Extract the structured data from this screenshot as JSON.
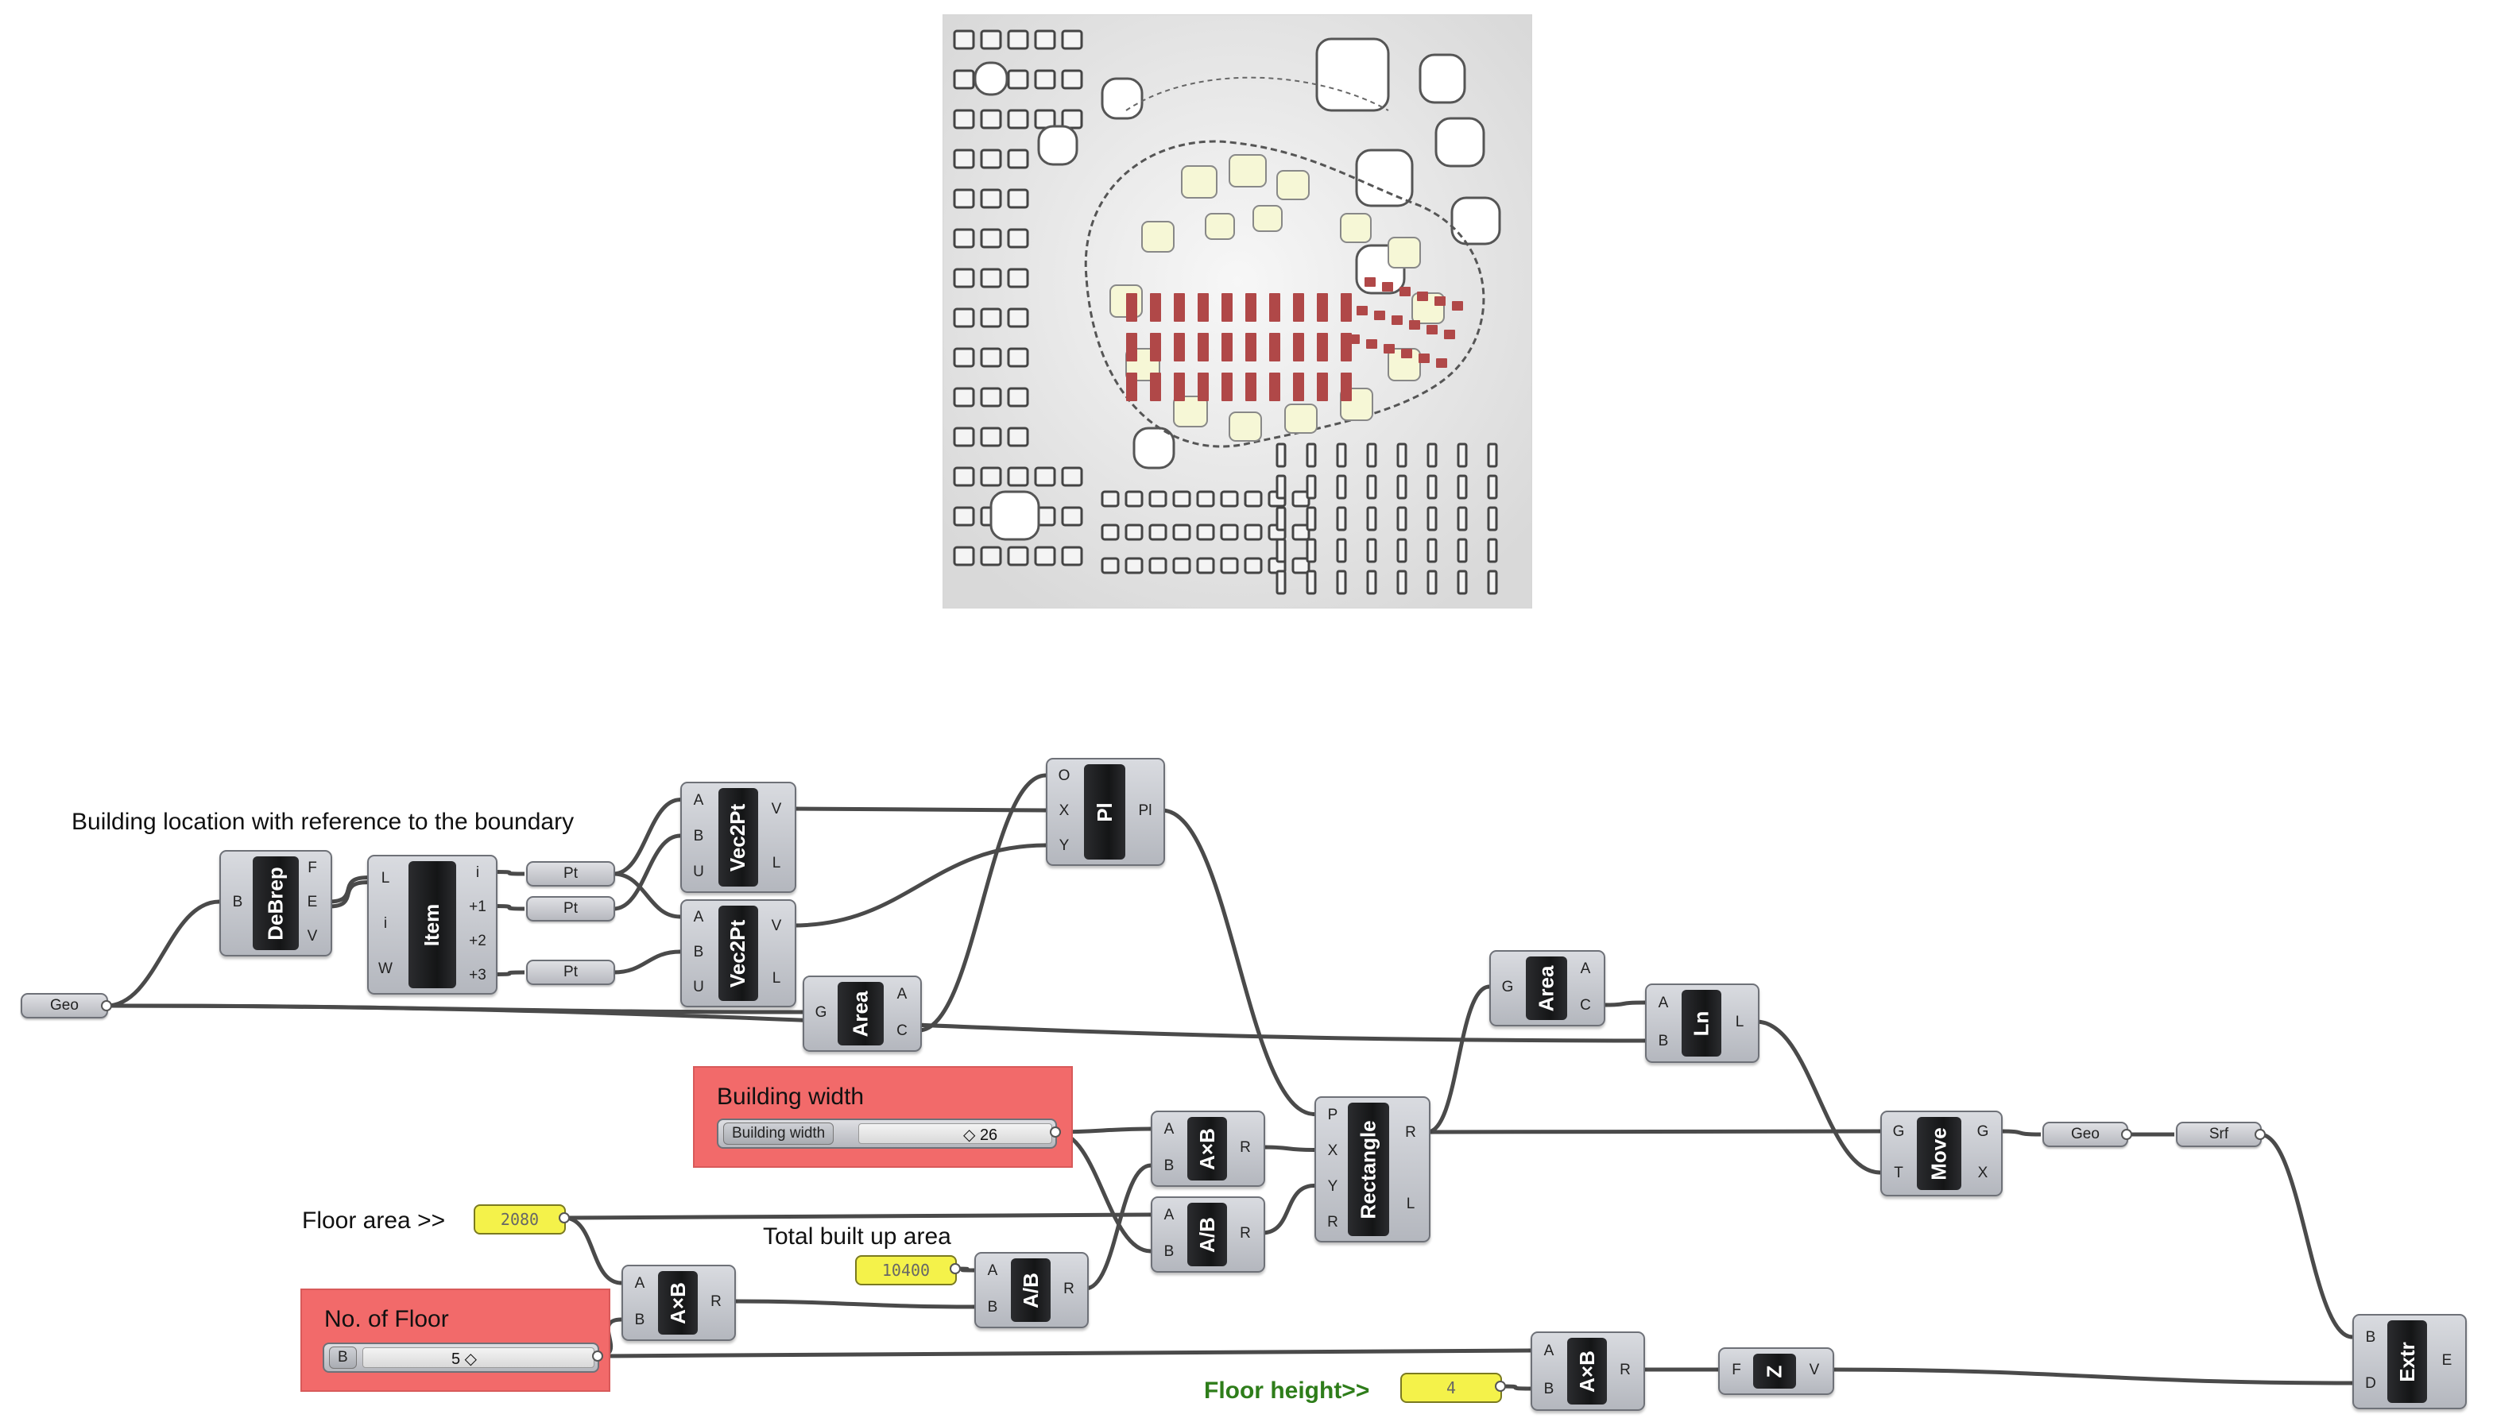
{
  "labels": {
    "building_location": "Building location with reference to the boundary",
    "floor_area": "Floor area >>",
    "total_built_up": "Total built up area",
    "floor_height": "Floor height>>"
  },
  "groups": {
    "building_width": {
      "title": "Building width",
      "slider_name": "Building width",
      "slider_value": "26"
    },
    "no_of_floor": {
      "title": "No. of Floor",
      "slider_name": "B",
      "slider_value": "5"
    }
  },
  "panels": {
    "floor_area": "2080",
    "total_built_up": "10400",
    "floor_height": "4"
  },
  "params": {
    "geo_in": "Geo",
    "pt1": "Pt",
    "pt2": "Pt",
    "pt3": "Pt",
    "geo_out": "Geo",
    "srf": "Srf"
  },
  "components": {
    "debrep": {
      "name": "DeBrep",
      "inputs": [
        "B"
      ],
      "outputs": [
        "F",
        "E",
        "V"
      ]
    },
    "item": {
      "name": "Item",
      "inputs": [
        "L",
        "i",
        "W"
      ],
      "outputs": [
        "i",
        "+1",
        "+2",
        "+3"
      ]
    },
    "vec2pt1": {
      "name": "Vec2Pt",
      "inputs": [
        "A",
        "B",
        "U"
      ],
      "outputs": [
        "V",
        "L"
      ]
    },
    "vec2pt2": {
      "name": "Vec2Pt",
      "inputs": [
        "A",
        "B",
        "U"
      ],
      "outputs": [
        "V",
        "L"
      ]
    },
    "area1": {
      "name": "Area",
      "inputs": [
        "G"
      ],
      "outputs": [
        "A",
        "C"
      ]
    },
    "pl": {
      "name": "Pl",
      "inputs": [
        "O",
        "X",
        "Y"
      ],
      "outputs": [
        "Pl"
      ]
    },
    "rectangle": {
      "name": "Rectangle",
      "inputs": [
        "P",
        "X",
        "Y",
        "R"
      ],
      "outputs": [
        "R",
        "L"
      ]
    },
    "axb1": {
      "name": "A×B",
      "inputs": [
        "A",
        "B"
      ],
      "outputs": [
        "R"
      ]
    },
    "adivb1": {
      "name": "A/B",
      "inputs": [
        "A",
        "B"
      ],
      "outputs": [
        "R"
      ]
    },
    "axb2": {
      "name": "A×B",
      "inputs": [
        "A",
        "B"
      ],
      "outputs": [
        "R"
      ]
    },
    "adivb2": {
      "name": "A/B",
      "inputs": [
        "A",
        "B"
      ],
      "outputs": [
        "R"
      ]
    },
    "area2": {
      "name": "Area",
      "inputs": [
        "G"
      ],
      "outputs": [
        "A",
        "C"
      ]
    },
    "ln": {
      "name": "Ln",
      "inputs": [
        "A",
        "B"
      ],
      "outputs": [
        "L"
      ]
    },
    "move": {
      "name": "Move",
      "inputs": [
        "G",
        "T"
      ],
      "outputs": [
        "G",
        "X"
      ]
    },
    "axb3": {
      "name": "A×B",
      "inputs": [
        "A",
        "B"
      ],
      "outputs": [
        "R"
      ]
    },
    "z": {
      "name": "Z",
      "inputs": [
        "F"
      ],
      "outputs": [
        "V"
      ]
    },
    "extr": {
      "name": "Extr",
      "inputs": [
        "B",
        "D"
      ],
      "outputs": [
        "E"
      ]
    }
  },
  "colors": {
    "group_fill": "#f26a6a",
    "panel_fill": "#f4f24a",
    "wire": "#4a4a4a",
    "building_marks": "#b04848",
    "plot_highlight": "#f6f7d6"
  }
}
